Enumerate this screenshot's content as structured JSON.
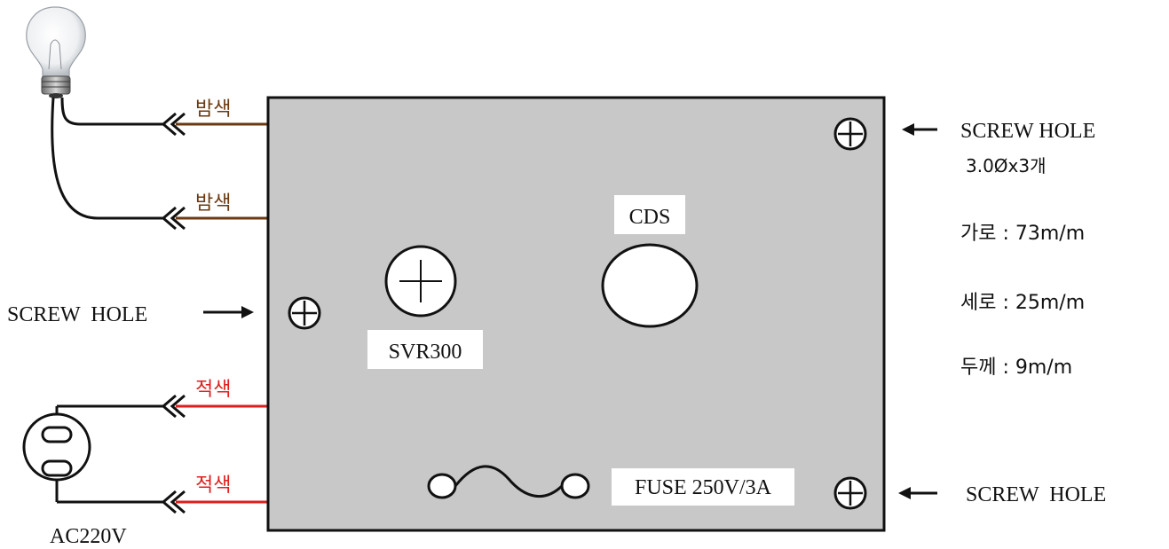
{
  "wires": {
    "brown_label_1": "밤색",
    "brown_label_2": "밤색",
    "red_label_1": "적색",
    "red_label_2": "적색",
    "brown_color": "#6b3a12",
    "red_color": "#e01e1e"
  },
  "board": {
    "fill_color": "#c8c8c8",
    "cds_label": "CDS",
    "svr_label": "SVR300",
    "fuse_label": "FUSE 250V/3A"
  },
  "annotations": {
    "screw_hole_top_right": "SCREW HOLE",
    "screw_hole_spec": "3.0Øx3개",
    "screw_hole_left": "SCREW  HOLE",
    "screw_hole_bottom_right": "SCREW  HOLE",
    "ac_label": "AC220V"
  },
  "dimensions": {
    "width_text": "가로 : 73m/m",
    "height_text": "세로 : 25m/m",
    "thickness_text": "두께 : 9m/m"
  },
  "icons": {
    "bulb": "light-bulb-icon",
    "outlet": "ac-outlet-icon",
    "screw": "screw-hole-icon"
  }
}
